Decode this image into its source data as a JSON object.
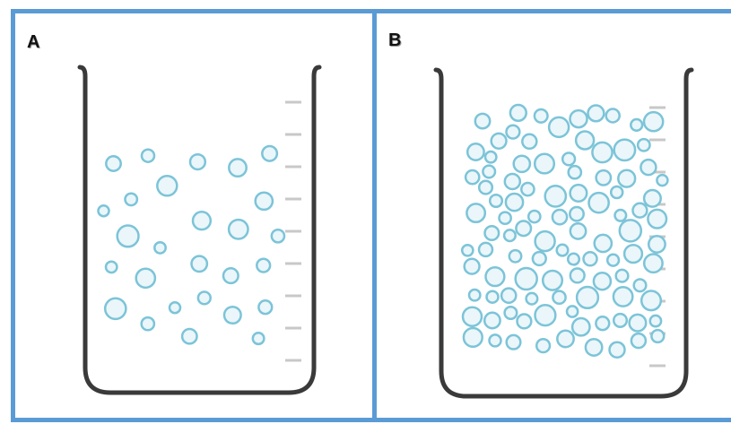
{
  "panels": [
    {
      "label": "A",
      "particle_count": 27
    },
    {
      "label": "B",
      "particle_count": 100
    }
  ],
  "colors": {
    "border": "#5b9bd5",
    "beaker": "#3a3a3a",
    "particle_stroke": "#7cc4d8",
    "particle_fill": "#eaf6fa",
    "graduation": "#c8c8c8"
  }
}
